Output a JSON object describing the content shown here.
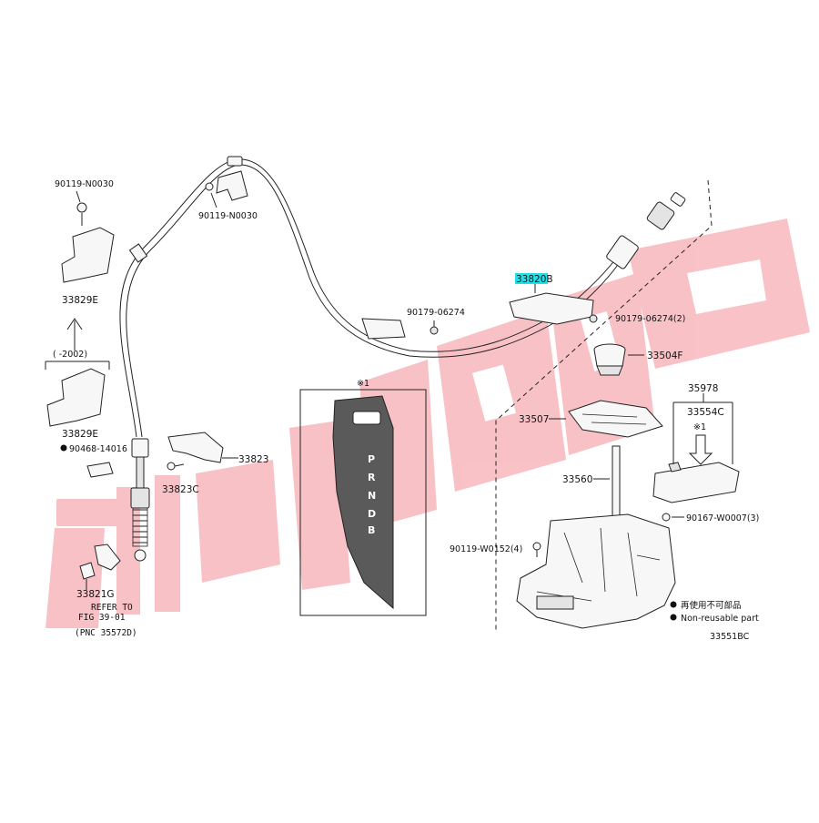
{
  "colors": {
    "watermark": "#f7b7bd",
    "highlight": "#22e0e8",
    "line": "#222222",
    "panel": "#555555"
  },
  "labels": {
    "p_90119_n0030_left": "90119-N0030",
    "p_90119_n0030_top": "90119-N0030",
    "p_33829e_upper": "33829E",
    "p_2002": "(   -2002)",
    "p_33829e_lower": "33829E",
    "p_90468_14016": "90468-14016",
    "p_33823": "33823",
    "p_33823c": "33823C",
    "p_33821g": "33821G",
    "refer_line1": "REFER TO",
    "refer_line2": "FIG 39-01",
    "refer_pnc": "(PNC 35572D)",
    "p_90179_06274": "90179-06274",
    "p_33820b": "33820B",
    "p_90179_06274_2": "90179-06274(2)",
    "p_33504f": "33504F",
    "p_35978": "35978",
    "p_33507": "33507",
    "p_33554c": "33554C",
    "mark_x1_right": "※1",
    "mark_x1_panel": "※1",
    "p_33560": "33560",
    "p_90167_w0007": "90167-W0007(3)",
    "p_90119_w0152": "90119-W0152(4)",
    "legend_jp": "再使用不可部品",
    "legend_en": "Non-reusable part",
    "diagram_code": "33551BC",
    "gear_p": "P",
    "gear_r": "R",
    "gear_n": "N",
    "gear_d": "D",
    "gear_b": "B"
  }
}
